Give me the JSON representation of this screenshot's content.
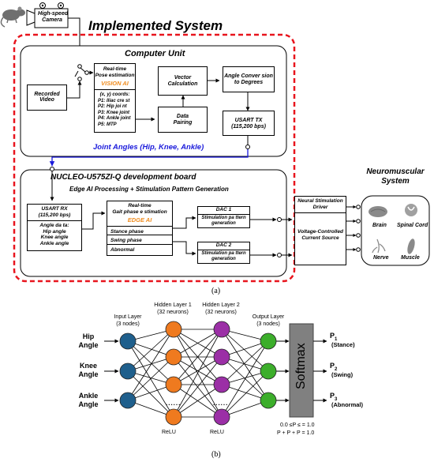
{
  "colors": {
    "red_dashed": "#e8141d",
    "blue_link": "#1a1adb",
    "orange_text": "#f08c1e",
    "input_nodes": "#1f5f8c",
    "hidden1_nodes": "#ef7a1f",
    "hidden2_nodes": "#9b2fa6",
    "output_nodes": "#3cae2b",
    "softmax_box": "#808080"
  },
  "figure_a": {
    "camera_label": [
      "High-speed",
      "Camera"
    ],
    "title": "Implemented System",
    "computer_unit": {
      "title": "Computer Unit",
      "recorded_video": [
        "Recorded",
        "Video"
      ],
      "pose": {
        "line1": "Real-time",
        "line2": "Pose estimation",
        "vision": "VISION AI",
        "coords_title": "(x, y) coords:",
        "points": [
          "P1: Iliac cre st",
          "P2: Hip joi nt",
          "P3: Knee joint",
          "P4: Ankle joint",
          "P5: MTP"
        ]
      },
      "vector_calc": [
        "Vector",
        "Calculation"
      ],
      "angle_conv": [
        "Angle Conver sion",
        "to Degrees"
      ],
      "data_pairing": [
        "Data",
        "Pairing"
      ],
      "usart_tx": [
        "USART TX",
        "(115,200 bps)"
      ]
    },
    "joint_angles": "Joint Angles (Hip,  Knee, Ankle)",
    "board": {
      "title": "NUCLEO-U575ZI-Q development board",
      "subtitle": "Edge AI Processing + Stimulation Pattern Generation",
      "usart_rx": [
        "USART RX",
        "(115,200 bps)"
      ],
      "angle_data": [
        "Angle da ta:",
        "Hip angle",
        "Knee angle",
        "Ankle angle"
      ],
      "gait": {
        "line1": "Real-time",
        "line2": "Gait phase e stimation",
        "edge": "EDGE AI",
        "phases": [
          "Stance phase",
          "Swing phase",
          "Abnormal"
        ]
      },
      "dac1": "DAC 1",
      "dac2": "DAC 2",
      "stim_pattern": [
        "Stimulation pa ttern",
        "generation"
      ]
    },
    "driver": {
      "neural": [
        "Neural Stimulation",
        "Driver"
      ],
      "vccs": [
        "Voltage-Controlled",
        "Current Source"
      ]
    },
    "neuromuscular": {
      "title": [
        "Neuromuscular",
        "System"
      ],
      "brain": "Brain",
      "spinal": "Spinal Cord",
      "nerve": "Nerve",
      "muscle": "Muscle"
    },
    "caption": "(a)"
  },
  "figure_b": {
    "inputs": [
      "Hip",
      "Angle",
      "Knee",
      "Angle",
      "Ankle",
      "Angle"
    ],
    "input_layer": [
      "Input Layer",
      "(3 nodes)"
    ],
    "hidden1": [
      "Hidden Layer 1",
      "(32 neurons)"
    ],
    "hidden2": [
      "Hidden Layer 2",
      "(32 neurons)"
    ],
    "output_layer": [
      "Output Layer",
      "(3 nodes)"
    ],
    "relu": "ReLU",
    "dots": "......",
    "softmax": "Softmax",
    "outputs": [
      {
        "p": "P",
        "sub": "1",
        "label": "(Stance)"
      },
      {
        "p": "P",
        "sub": "2",
        "label": "(Swing)"
      },
      {
        "p": "P",
        "sub": "3",
        "label": "(Abnormal)"
      }
    ],
    "constraint1": "0.0 ≤P  ≤ = 1.0",
    "constraint1_sub": "i",
    "constraint2": "P  + P  + P  = 1.0",
    "caption": "(b)"
  }
}
